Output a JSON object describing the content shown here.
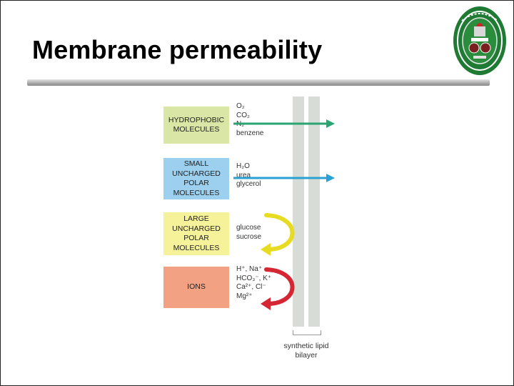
{
  "slide": {
    "title": "Membrane permeability"
  },
  "diagram": {
    "classes": [
      {
        "label": "HYDROPHOBIC MOLECULES",
        "color": "#d9e6a6",
        "molecules": [
          "O₂",
          "CO₂",
          "N₂",
          "benzene"
        ],
        "arrow": {
          "type": "crosses",
          "color": "#2ba373"
        }
      },
      {
        "label": "SMALL UNCHARGED POLAR MOLECULES",
        "color": "#9cd0ee",
        "molecules": [
          "H₂O",
          "urea",
          "glycerol"
        ],
        "arrow": {
          "type": "crosses",
          "color": "#2aa0d3"
        }
      },
      {
        "label": "LARGE UNCHARGED POLAR MOLECULES",
        "color": "#f5f29a",
        "molecules": [
          "glucose",
          "sucrose"
        ],
        "arrow": {
          "type": "bounces",
          "color": "#e8dc22"
        }
      },
      {
        "label": "IONS",
        "color": "#f2a183",
        "molecules": [
          "H⁺, Na⁺",
          "HCO₃⁻, K⁺",
          "Ca²⁺, Cl⁻",
          "Mg²⁺"
        ],
        "arrow": {
          "type": "bounces",
          "color": "#d52633"
        }
      }
    ],
    "membrane_label": "synthetic lipid bilayer"
  }
}
